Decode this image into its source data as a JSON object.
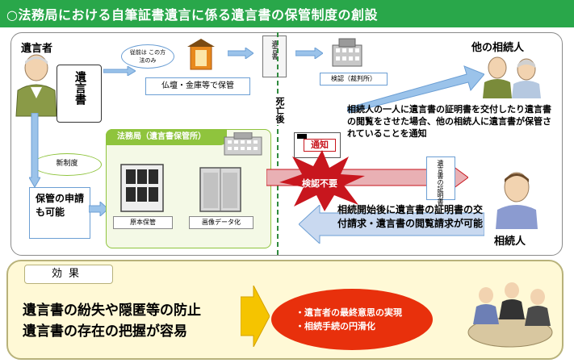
{
  "header": {
    "title": "○法務局における自筆証書遺言に係る遺言書の保管制度の創設"
  },
  "testator": {
    "label": "遺言者",
    "document_label": "遺言書"
  },
  "previous_method": {
    "bubble": "従前は この方法のみ",
    "storage_label": "仏壇・金庫等で保管"
  },
  "will_card": {
    "label": "遺言書"
  },
  "court": {
    "label": "検認（裁判所）"
  },
  "death": {
    "label": "死亡後"
  },
  "other_heirs": {
    "label": "他の相続人"
  },
  "notification": {
    "text": "相続人の一人に遺言書の証明書を交付したり遺言書の閲覧をさせた場合、他の相続人に遺言書が保管されていることを通知",
    "stamp": "通知"
  },
  "new_system": {
    "bubble": "新制度",
    "application": "保管の申請も可能"
  },
  "legal_office": {
    "title": "法務局（遺言書保管所）",
    "original_storage": "原本保管",
    "digitization": "画像データ化"
  },
  "no_probate": {
    "label": "検認不要"
  },
  "certificate": {
    "label": "遺言書の証明書"
  },
  "heir": {
    "label": "相続人"
  },
  "request": {
    "text": "相続開始後に遺言書の証明書の交付請求・遺言書の閲覧請求が可能"
  },
  "effect": {
    "label": "効果",
    "line1": "遺言書の紛失や隠匿等の防止",
    "line2": "遺言書の存在の把握が容易",
    "bullets": [
      "・遺言者の最終意思の実現",
      "・相続手続の円滑化"
    ]
  },
  "colors": {
    "header": "#29a74a",
    "legal_accent": "#8fc43d",
    "arrow_blue": "#9bc3ea",
    "burst_red": "#c8161e",
    "effect_ellipse": "#e8300c"
  }
}
